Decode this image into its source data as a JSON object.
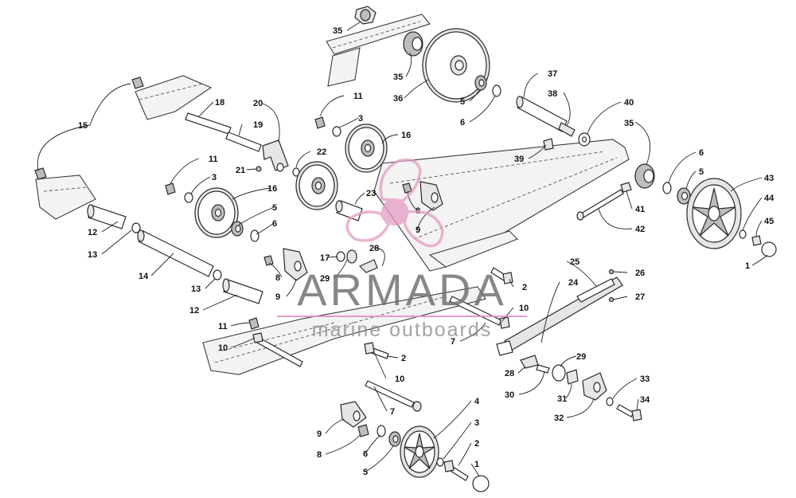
{
  "watermark": {
    "brand": "ARMADA",
    "tagline": "marine outboards",
    "accent_color": "#e59cc4",
    "text_color": "#6e6e6e"
  },
  "callouts": [
    {
      "id": "c35a",
      "label": "35"
    },
    {
      "id": "c35b",
      "label": "35"
    },
    {
      "id": "c36",
      "label": "36"
    },
    {
      "id": "c37",
      "label": "37"
    },
    {
      "id": "c38",
      "label": "38"
    },
    {
      "id": "c40",
      "label": "40"
    },
    {
      "id": "c5a",
      "label": "5"
    },
    {
      "id": "c6a",
      "label": "6"
    },
    {
      "id": "c35c",
      "label": "35"
    },
    {
      "id": "c39",
      "label": "39"
    },
    {
      "id": "c6b",
      "label": "6"
    },
    {
      "id": "c5b",
      "label": "5"
    },
    {
      "id": "c43",
      "label": "43"
    },
    {
      "id": "c44",
      "label": "44"
    },
    {
      "id": "c45",
      "label": "45"
    },
    {
      "id": "c1a",
      "label": "1"
    },
    {
      "id": "c41",
      "label": "41"
    },
    {
      "id": "c42",
      "label": "42"
    },
    {
      "id": "c15",
      "label": "15"
    },
    {
      "id": "c18",
      "label": "18"
    },
    {
      "id": "c20",
      "label": "20"
    },
    {
      "id": "c19",
      "label": "19"
    },
    {
      "id": "c11a",
      "label": "11"
    },
    {
      "id": "c3a",
      "label": "3"
    },
    {
      "id": "c16a",
      "label": "16"
    },
    {
      "id": "c22",
      "label": "22"
    },
    {
      "id": "c21",
      "label": "21"
    },
    {
      "id": "c11b",
      "label": "11"
    },
    {
      "id": "c3b",
      "label": "3"
    },
    {
      "id": "c16b",
      "label": "16"
    },
    {
      "id": "c23",
      "label": "23"
    },
    {
      "id": "c8a",
      "label": "8"
    },
    {
      "id": "c9a",
      "label": "9"
    },
    {
      "id": "c5c",
      "label": "5"
    },
    {
      "id": "c6c",
      "label": "6"
    },
    {
      "id": "c12a",
      "label": "12"
    },
    {
      "id": "c13a",
      "label": "13"
    },
    {
      "id": "c14",
      "label": "14"
    },
    {
      "id": "c17",
      "label": "17"
    },
    {
      "id": "c28a",
      "label": "28"
    },
    {
      "id": "c8b",
      "label": "8"
    },
    {
      "id": "c29a",
      "label": "29"
    },
    {
      "id": "c9b",
      "label": "9"
    },
    {
      "id": "c13b",
      "label": "13"
    },
    {
      "id": "c12b",
      "label": "12"
    },
    {
      "id": "c2a",
      "label": "2"
    },
    {
      "id": "c10a",
      "label": "10"
    },
    {
      "id": "c25",
      "label": "25"
    },
    {
      "id": "c26",
      "label": "26"
    },
    {
      "id": "c24",
      "label": "24"
    },
    {
      "id": "c27",
      "label": "27"
    },
    {
      "id": "c11c",
      "label": "11"
    },
    {
      "id": "c10b",
      "label": "10"
    },
    {
      "id": "c7a",
      "label": "7"
    },
    {
      "id": "c2b",
      "label": "2"
    },
    {
      "id": "c10c",
      "label": "10"
    },
    {
      "id": "c28b",
      "label": "28"
    },
    {
      "id": "c29b",
      "label": "29"
    },
    {
      "id": "c30",
      "label": "30"
    },
    {
      "id": "c31",
      "label": "31"
    },
    {
      "id": "c33",
      "label": "33"
    },
    {
      "id": "c32",
      "label": "32"
    },
    {
      "id": "c34",
      "label": "34"
    },
    {
      "id": "c7b",
      "label": "7"
    },
    {
      "id": "c4",
      "label": "4"
    },
    {
      "id": "c3c",
      "label": "3"
    },
    {
      "id": "c9c",
      "label": "9"
    },
    {
      "id": "c2c",
      "label": "2"
    },
    {
      "id": "c8c",
      "label": "8"
    },
    {
      "id": "c6d",
      "label": "6"
    },
    {
      "id": "c1b",
      "label": "1"
    },
    {
      "id": "c5d",
      "label": "5"
    }
  ]
}
